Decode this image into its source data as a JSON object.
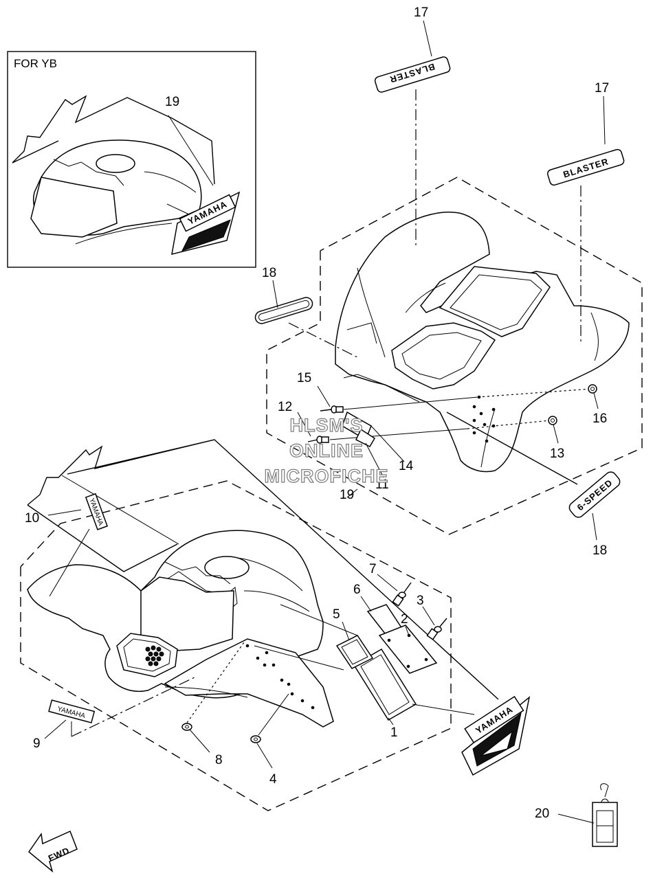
{
  "inset": {
    "title": "FOR YB",
    "callout": "19",
    "decal": "YAMAHA"
  },
  "decals": {
    "blaster_top": "BLASTER",
    "blaster_right": "BLASTER",
    "speed": "6-SPEED",
    "yamaha_main": "YAMAHA",
    "yamaha_small_9": "YAMAHA",
    "yamaha_small_10": "YAMAHA",
    "fwd": "FWD"
  },
  "callouts": {
    "c1": "1",
    "c2": "2",
    "c3": "3",
    "c4": "4",
    "c5": "5",
    "c6": "6",
    "c7": "7",
    "c8": "8",
    "c9": "9",
    "c10": "10",
    "c11": "11",
    "c12": "12",
    "c13": "13",
    "c14": "14",
    "c15": "15",
    "c16": "16",
    "c17a": "17",
    "c17b": "17",
    "c18a": "18",
    "c18b": "18",
    "c19": "19",
    "c20": "20"
  },
  "watermark": {
    "line1": "HLSM'S",
    "line2": "ONLINE",
    "line3": "MICROFICHE"
  }
}
